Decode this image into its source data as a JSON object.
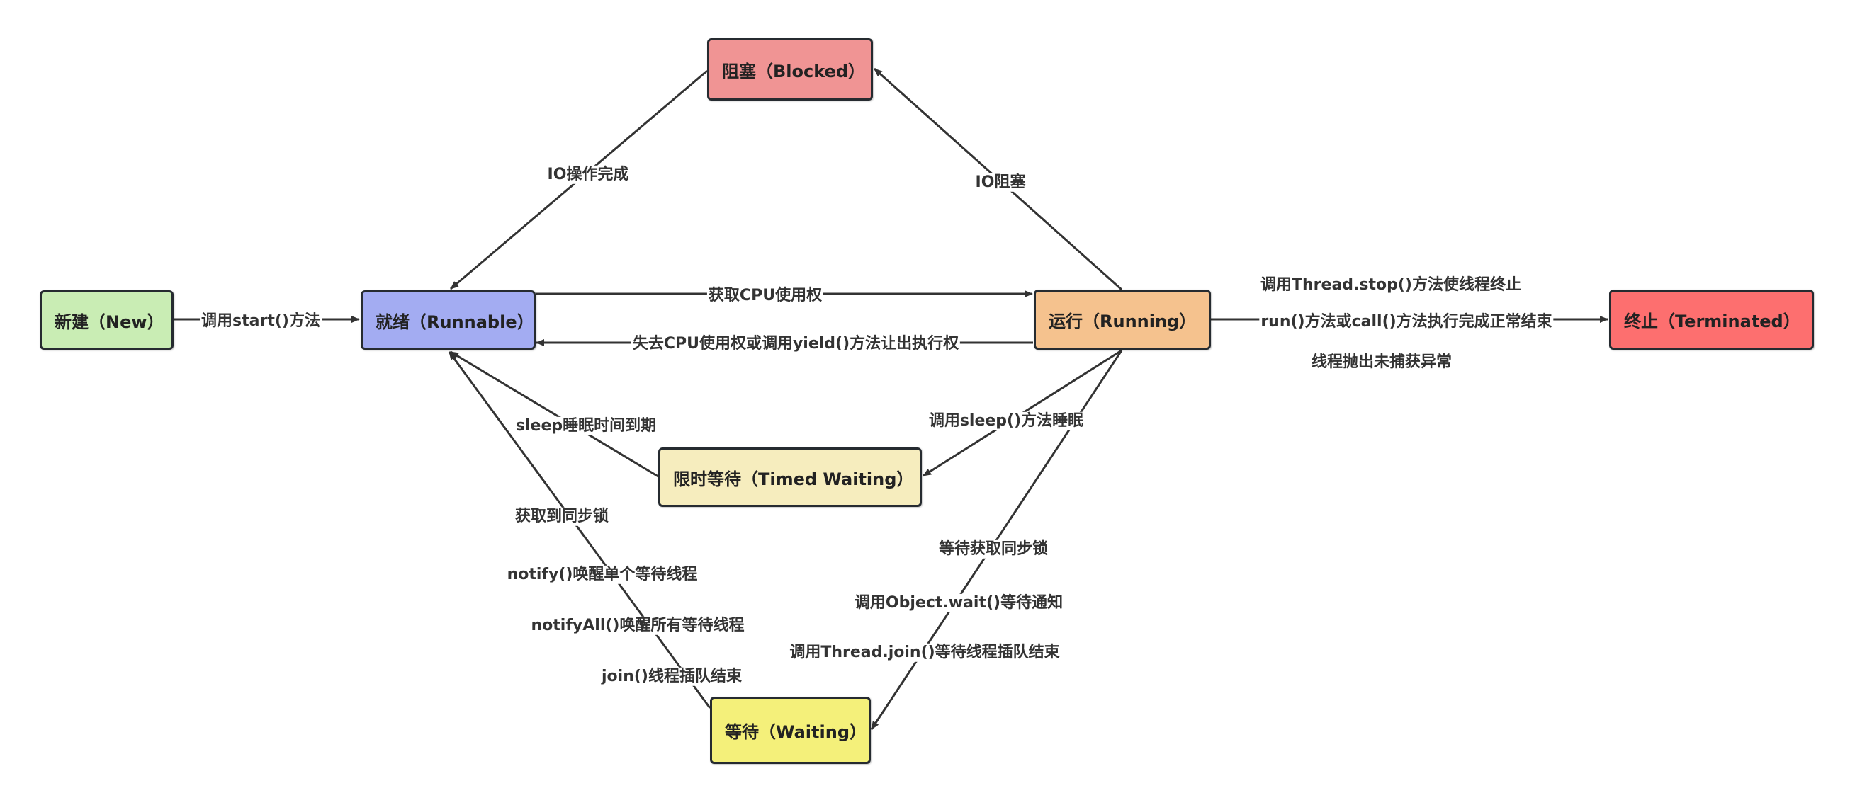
{
  "diagram": {
    "line_color": "#333333",
    "states": {
      "new": {
        "label": "新建（New）",
        "color": "#c9edb4"
      },
      "runnable": {
        "label": "就绪（Runnable）",
        "color": "#a3acf2"
      },
      "blocked": {
        "label": "阻塞（Blocked）",
        "color": "#f09494"
      },
      "running": {
        "label": "运行（Running）",
        "color": "#f5c28e"
      },
      "terminated": {
        "label": "终止（Terminated）",
        "color": "#fd6f6f"
      },
      "timed_waiting": {
        "label": "限时等待（Timed Waiting）",
        "color": "#f6edbe"
      },
      "waiting": {
        "label": "等待（Waiting）",
        "color": "#f4f07a"
      }
    },
    "transitions": {
      "new_to_runnable": {
        "from": "new",
        "to": "runnable",
        "labels": [
          "调用start()方法"
        ]
      },
      "runnable_to_running": {
        "from": "runnable",
        "to": "running",
        "labels": [
          "获取CPU使用权"
        ]
      },
      "running_to_runnable": {
        "from": "running",
        "to": "runnable",
        "labels": [
          "失去CPU使用权或调用yield()方法让出执行权"
        ]
      },
      "running_to_blocked": {
        "from": "running",
        "to": "blocked",
        "labels": [
          "IO阻塞"
        ]
      },
      "blocked_to_runnable": {
        "from": "blocked",
        "to": "runnable",
        "labels": [
          "IO操作完成"
        ]
      },
      "running_to_terminated": {
        "from": "running",
        "to": "terminated",
        "labels": [
          "调用Thread.stop()方法使线程终止",
          "run()方法或call()方法执行完成正常结束",
          "线程抛出未捕获异常"
        ]
      },
      "running_to_timed_waiting": {
        "from": "running",
        "to": "timed_waiting",
        "labels": [
          "调用sleep()方法睡眠"
        ]
      },
      "timed_waiting_to_runnable": {
        "from": "timed_waiting",
        "to": "runnable",
        "labels": [
          "sleep睡眠时间到期"
        ]
      },
      "running_to_waiting": {
        "from": "running",
        "to": "waiting",
        "labels": [
          "等待获取同步锁",
          "调用Object.wait()等待通知",
          "调用Thread.join()等待线程插队结束"
        ]
      },
      "waiting_to_runnable": {
        "from": "waiting",
        "to": "runnable",
        "labels": [
          "获取到同步锁",
          "notify()唤醒单个等待线程",
          "notifyAll()唤醒所有等待线程",
          "join()线程插队结束"
        ]
      }
    }
  }
}
